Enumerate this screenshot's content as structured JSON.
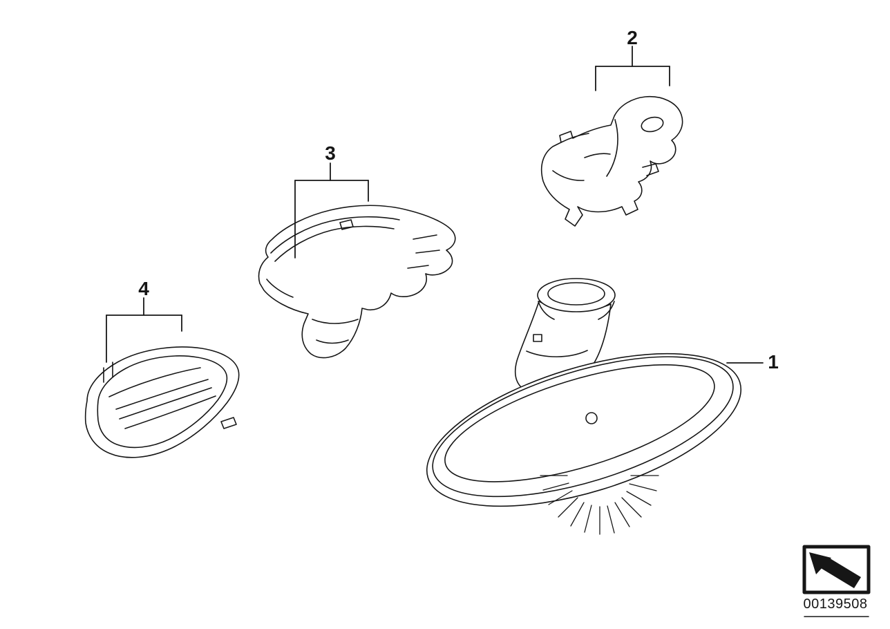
{
  "colors": {
    "line": "#161616",
    "background": "#ffffff"
  },
  "callouts": [
    {
      "label": "1"
    },
    {
      "label": "2"
    },
    {
      "label": "3"
    },
    {
      "label": "4"
    }
  ],
  "footer": {
    "doc_number": "00139508"
  }
}
